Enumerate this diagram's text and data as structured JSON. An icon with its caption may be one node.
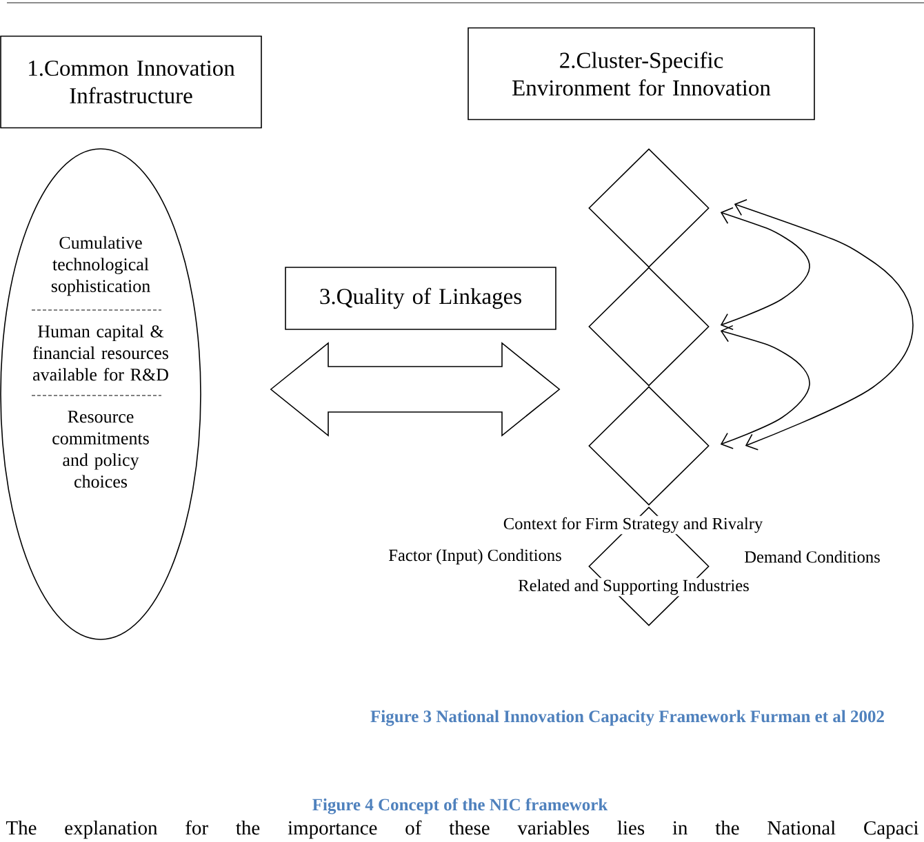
{
  "diagram": {
    "caption": "Figure 3 National Innovation Capacity Framework Furman et al 2002",
    "nodes": [
      {
        "text": [
          "1.Common Innovation Infrastructure"
        ]
      },
      {
        "text": [
          "2.Cluster-Specific Environment for Innovation"
        ]
      },
      {
        "text": [
          "Cumulative technological sophistication",
          "Human capital & financial resources available for R&D",
          "Resource commitments and policy choices"
        ]
      },
      {
        "text": [
          "3.Quality of Linkages"
        ]
      },
      {
        "text": [],
        "shape": "diamond"
      },
      {
        "text": [],
        "shape": "diamond"
      },
      {
        "text": [],
        "shape": "diamond"
      },
      {
        "text": [],
        "shape": "diamond"
      }
    ],
    "edges": [
      {
        "from": 2,
        "to": 5,
        "arrow": "both"
      },
      {
        "from": 4,
        "to": 5,
        "arrow": "both"
      },
      {
        "from": 5,
        "to": 6,
        "arrow": "both"
      },
      {
        "from": 4,
        "to": 6,
        "arrow": "both"
      }
    ],
    "labels": [
      "Context for Firm Strategy and Rivalry",
      "Factor (Input) Conditions",
      "Demand Conditions",
      "Related and Supporting Industries",
      "Figure 4 Concept of the NIC framework",
      "The explanation for the importance of these variables lies in the National Capaci"
    ]
  }
}
